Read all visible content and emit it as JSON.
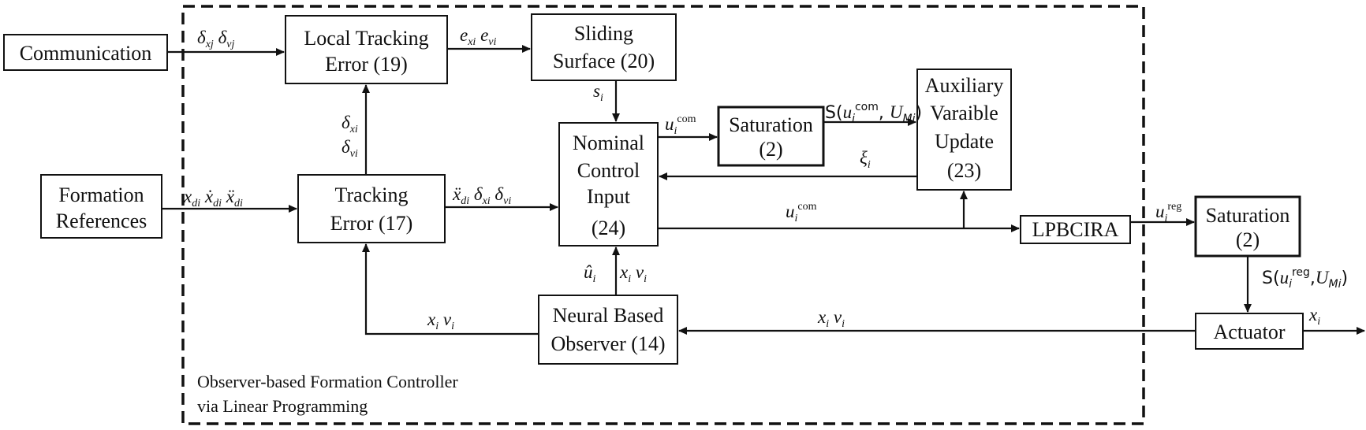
{
  "blocks": {
    "communication": "Communication",
    "formation_refs": [
      "Formation",
      "References"
    ],
    "local_tracking": [
      "Local Tracking",
      "Error (19)"
    ],
    "sliding_surface": [
      "Sliding",
      "Surface (20)"
    ],
    "tracking_error": [
      "Tracking",
      "Error (17)"
    ],
    "nominal_control": [
      "Nominal",
      "Control",
      "Input",
      "(24)"
    ],
    "saturation_inner": [
      "Saturation",
      "(2)"
    ],
    "auxiliary": [
      "Auxiliary",
      "Varaible",
      "Update",
      "(23)"
    ],
    "lpbcira": "LPBCIRA",
    "saturation_outer": [
      "Saturation",
      "(2)"
    ],
    "actuator": "Actuator",
    "observer": [
      "Neural Based",
      "Observer (14)"
    ]
  },
  "caption": [
    "Observer-based Formation Controller",
    "via Linear Programming"
  ]
}
